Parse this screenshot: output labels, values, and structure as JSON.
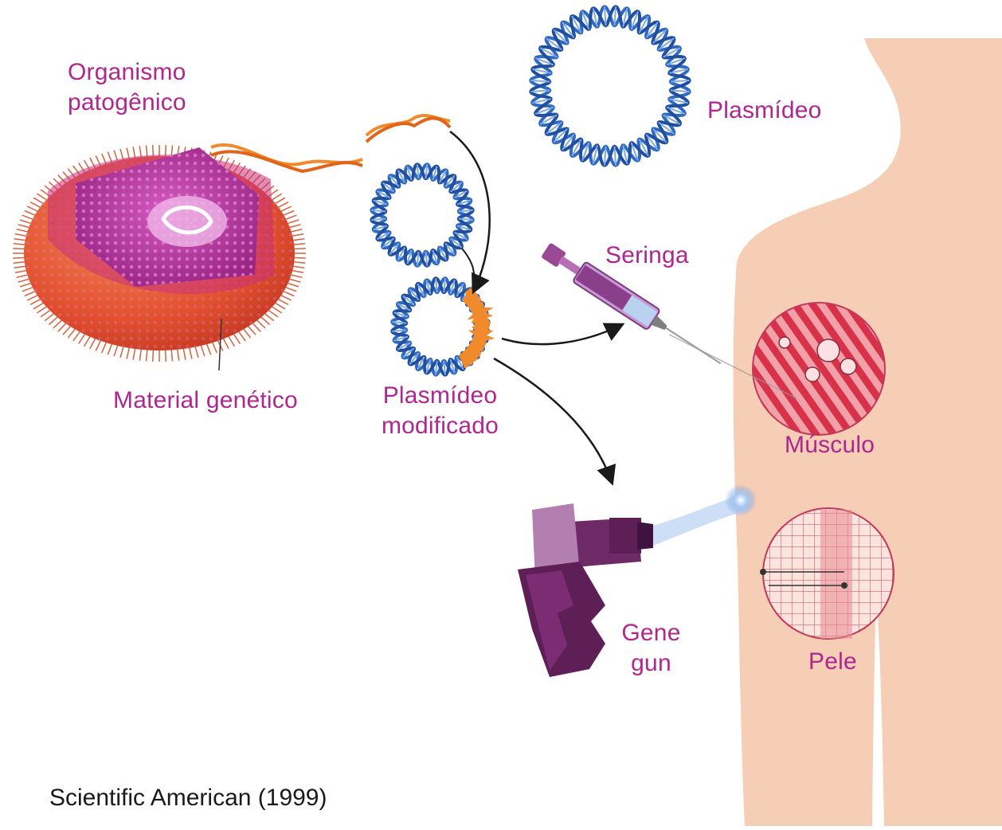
{
  "labels": {
    "organism_line1": "Organismo",
    "organism_line2": "patogênico",
    "genetic_material": "Material genético",
    "plasmid": "Plasmídeo",
    "modified_plasmid_line1": "Plasmídeo",
    "modified_plasmid_line2": "modificado",
    "syringe": "Seringa",
    "muscle": "Músculo",
    "gene_gun_line1": "Gene",
    "gene_gun_line2": "gun",
    "skin": "Pele"
  },
  "caption": "Scientific American (1999)",
  "colors": {
    "label": "#b0268f",
    "skin_tone": "#f6cdb5",
    "dna_blue": "#2f69c0",
    "dna_orange": "#f08a2a",
    "cell_red": "#e2502e",
    "cell_purple": "#a52a8f",
    "gun_purple": "#5e1f57",
    "syringe_purple": "#8a3f8a"
  }
}
